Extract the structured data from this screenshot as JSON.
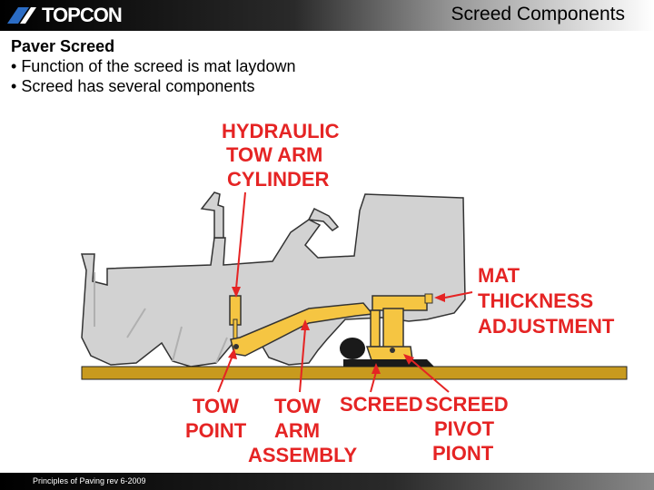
{
  "header": {
    "logo_text": "TOPCON",
    "title": "Screed Components"
  },
  "content": {
    "heading": "Paver Screed",
    "bullets": [
      "Function of the screed is mat laydown",
      "Screed has several components"
    ]
  },
  "diagram": {
    "labels": {
      "cylinder": [
        "HYDRAULIC",
        "TOW ARM",
        "CYLINDER"
      ],
      "mat": [
        "MAT",
        "THICKNESS",
        "ADJUSTMENT"
      ],
      "tow_point": [
        "TOW",
        "POINT"
      ],
      "tow_arm": [
        "TOW",
        "ARM",
        "ASSEMBLY"
      ],
      "screed": [
        "SCREED"
      ],
      "pivot": [
        "SCREED",
        "PIVOT",
        "PIONT"
      ]
    },
    "colors": {
      "paver_body": "#d2d2d2",
      "screed_yellow": "#f5c542",
      "ground": "#c89a1e",
      "label_red": "#e52424"
    }
  },
  "footer": {
    "text": "Principles of Paving rev 6-2009"
  }
}
